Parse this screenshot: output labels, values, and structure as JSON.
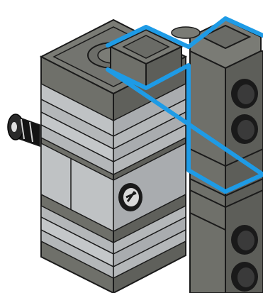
{
  "illustration": {
    "subject": "lego-technic-assembly-step",
    "highlight_color": "#1e9be6",
    "colors": {
      "dark_gray": "#6f706a",
      "dark_gray_shade": "#5d5e59",
      "light_gray": "#bfc2c4",
      "light_gray_shade": "#a9acaf",
      "outline": "#1a1a1a",
      "black_part": "#141414"
    },
    "parts": [
      {
        "name": "main-brick-stack"
      },
      {
        "name": "round-axle-connector"
      },
      {
        "name": "beam-column"
      },
      {
        "name": "peg-holes"
      },
      {
        "name": "axle-pin"
      }
    ]
  }
}
